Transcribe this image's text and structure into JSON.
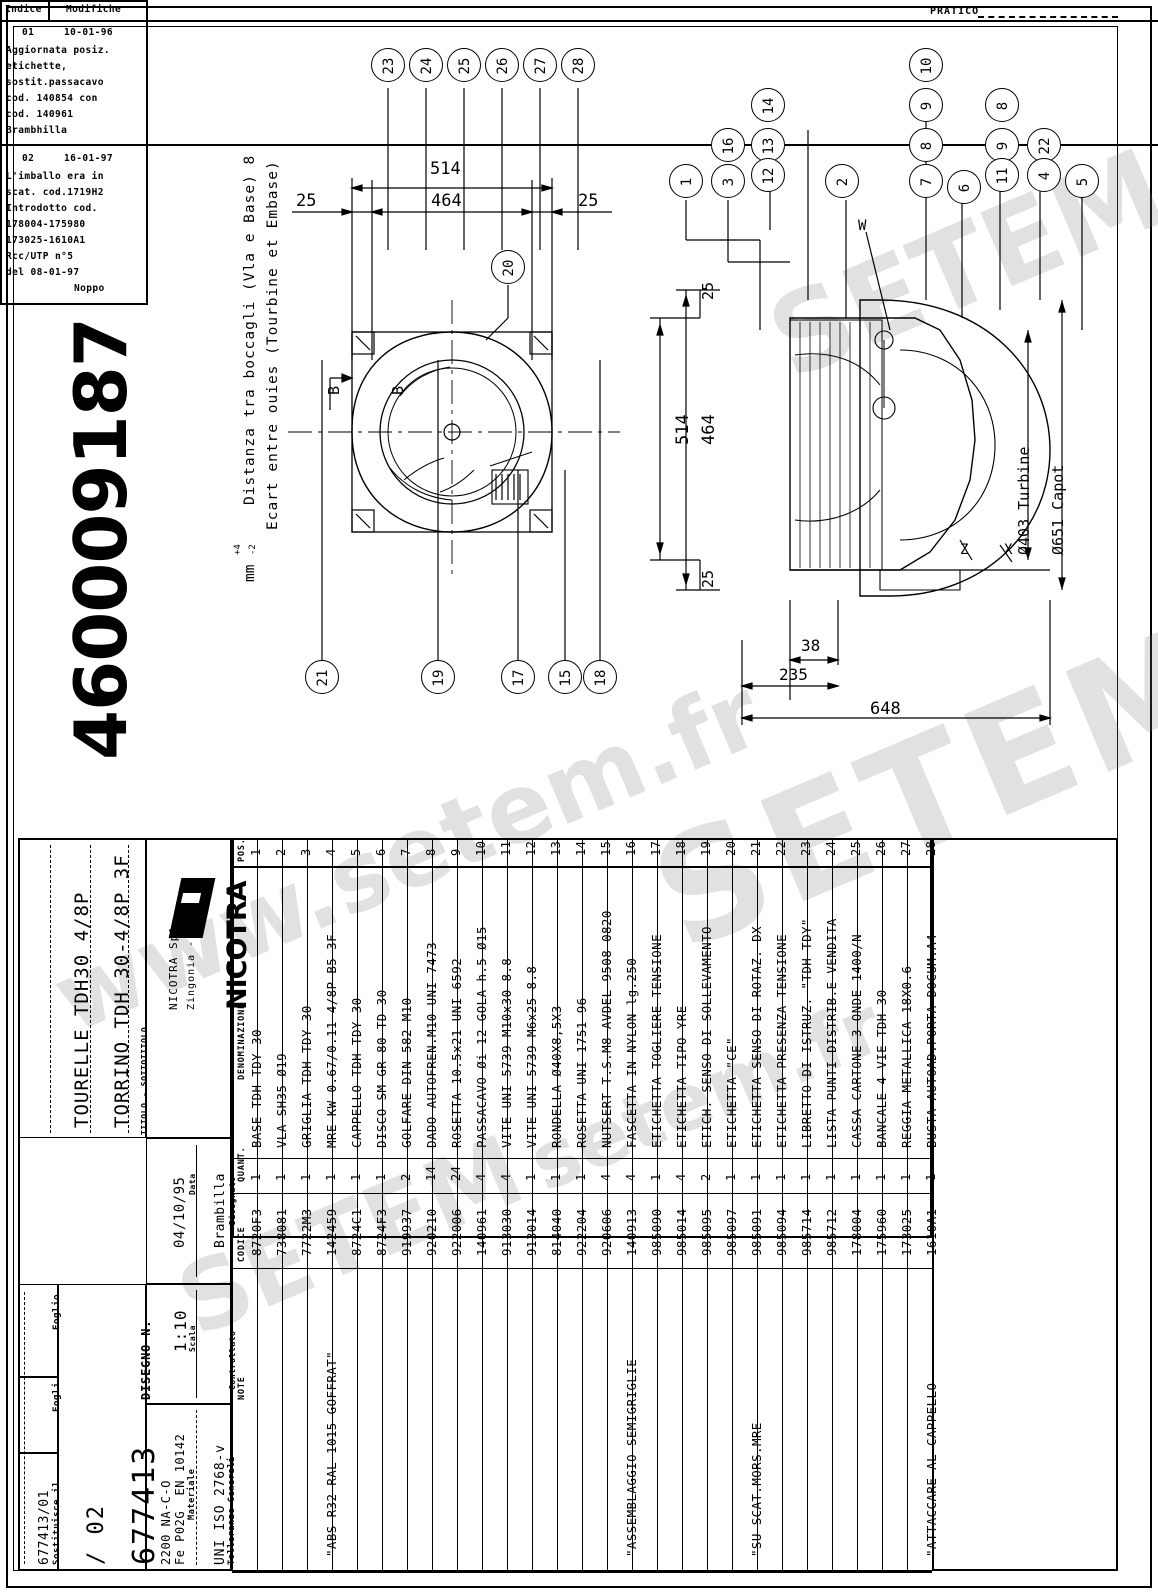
{
  "sheet": {
    "header_right": "PRATICO",
    "part_number": "460009187"
  },
  "revision_block": {
    "header": {
      "index": "Indice",
      "modification": "Modifiche"
    },
    "rows": [
      {
        "index": "01",
        "date": "10-01-96",
        "lines": [
          "Aggiornata posiz.",
          "etichette,",
          "sostit.passacavo",
          "cod. 140854 con",
          "cod. 140961",
          "Brambhilla"
        ]
      },
      {
        "index": "02",
        "date": "16-01-97",
        "lines": [
          "L'imballo era in",
          "scat. cod.1719H2",
          "Introdotto cod.",
          "178004-175980",
          "173025-1610A1",
          "Rcc/UTP n°5",
          "del 08-01-97",
          "Noppo"
        ]
      }
    ]
  },
  "notes": {
    "gap_note_it": "Distanza tra boccagli (Vla e Base) 8",
    "gap_note_tol_sup": "+4",
    "gap_note_tol_inf": "-2",
    "gap_note_unit": "mm",
    "gap_note_fr": "Ecart entre ouies (Tourbine et Embase)"
  },
  "dimensions": {
    "top_view": {
      "overall": "514",
      "inner": "464",
      "left_margin": "25",
      "right_margin": "25",
      "b_left": "B",
      "b_right": "B"
    },
    "side_view": {
      "h_overall": "514",
      "h_inner": "464",
      "top_margin": "25",
      "bottom_margin": "25",
      "depth_small": "38",
      "depth_mid": "235",
      "depth_total": "648",
      "dia_capot": "Ø651 Capot",
      "dia_turbine": "Ø403 Turbine",
      "letter_w": "W",
      "letter_x": "X",
      "letter_z": "Z"
    }
  },
  "balloons_top_view": [
    "23",
    "24",
    "25",
    "26",
    "27",
    "28",
    "20",
    "21",
    "19",
    "17",
    "15",
    "18"
  ],
  "balloons_side_view": [
    "14",
    "16",
    "13",
    "12",
    "1",
    "3",
    "2",
    "10",
    "9",
    "8",
    "7",
    "6",
    "8",
    "9",
    "11",
    "22",
    "4",
    "5"
  ],
  "bom": {
    "headers": {
      "pos": "POS.",
      "denominazione": "DENOMINAZIONE",
      "quant": "QUANT.",
      "codice": "CODICE",
      "note": "NOTE"
    },
    "rows": [
      {
        "pos": "1",
        "denominazione": "BASE TDH-TDY 30",
        "quant": "1",
        "codice": "8720F3",
        "note": ""
      },
      {
        "pos": "2",
        "denominazione": "VLA SH35 Ø19",
        "quant": "1",
        "codice": "738081",
        "note": ""
      },
      {
        "pos": "3",
        "denominazione": "GRIGLIA TDH-TDY 30",
        "quant": "1",
        "codice": "7722M3",
        "note": ""
      },
      {
        "pos": "4",
        "denominazione": "MRE KW 0.67/0.11 4/8P B5 3F",
        "quant": "1",
        "codice": "142459",
        "note": "\"ABS R32 RAL 1015 GOFFRAT\""
      },
      {
        "pos": "5",
        "denominazione": "CAPPELLO TDH TDY 30",
        "quant": "1",
        "codice": "8724C1",
        "note": ""
      },
      {
        "pos": "6",
        "denominazione": "DISCO SM-GR 80 TD 30",
        "quant": "1",
        "codice": "8724F3",
        "note": ""
      },
      {
        "pos": "7",
        "denominazione": "GOLFARE DIN 582-M10",
        "quant": "2",
        "codice": "919937",
        "note": ""
      },
      {
        "pos": "8",
        "denominazione": "DADO AUTOFREN.M10 UNI 7473",
        "quant": "14",
        "codice": "920210",
        "note": ""
      },
      {
        "pos": "9",
        "denominazione": "ROSETTA 10.5x21 UNI 6592",
        "quant": "24",
        "codice": "922006",
        "note": ""
      },
      {
        "pos": "10",
        "denominazione": "PASSACAVO Øi 12 GOLA h.5 Ø15",
        "quant": "4",
        "codice": "140961",
        "note": ""
      },
      {
        "pos": "11",
        "denominazione": "VITE UNI 5739-M10x30-8.8",
        "quant": "4",
        "codice": "913030",
        "note": ""
      },
      {
        "pos": "12",
        "denominazione": "VITE UNI 5739-M6x25-8.8",
        "quant": "1",
        "codice": "913014",
        "note": ""
      },
      {
        "pos": "13",
        "denominazione": "RONDELLA Ø40X8,5X3",
        "quant": "1",
        "codice": "814040",
        "note": ""
      },
      {
        "pos": "14",
        "denominazione": "ROSETTA UNI 1751-96",
        "quant": "1",
        "codice": "922204",
        "note": ""
      },
      {
        "pos": "15",
        "denominazione": "NUTSERT T.S.M8 AVDEL 9508-0820",
        "quant": "4",
        "codice": "920606",
        "note": ""
      },
      {
        "pos": "16",
        "denominazione": "FASCETTA IN NYLON lg.250",
        "quant": "4",
        "codice": "140913",
        "note": "\"ASSEMBLAGGIO SEMIGRIGLIE"
      },
      {
        "pos": "17",
        "denominazione": "ETICHETTA TOGLIERE TENSIONE",
        "quant": "1",
        "codice": "985090",
        "note": ""
      },
      {
        "pos": "18",
        "denominazione": "ETICHETTA TIPO YRE",
        "quant": "4",
        "codice": "985014",
        "note": ""
      },
      {
        "pos": "19",
        "denominazione": "ETICH. SENSO DI SOLLEVAMENTO",
        "quant": "2",
        "codice": "985095",
        "note": ""
      },
      {
        "pos": "20",
        "denominazione": "ETICHETTA \"CE\"",
        "quant": "1",
        "codice": "985097",
        "note": ""
      },
      {
        "pos": "21",
        "denominazione": "ETICHETTA SENSO DI ROTAZ. DX",
        "quant": "1",
        "codice": "985091",
        "note": "\"SU SCAT.MORS.MRE"
      },
      {
        "pos": "22",
        "denominazione": "ETICHETTA PRESENZA TENSIONE",
        "quant": "1",
        "codice": "985094",
        "note": ""
      },
      {
        "pos": "23",
        "denominazione": "LIBRETTO DI ISTRUZ. \"TDH-TDY\"",
        "quant": "1",
        "codice": "985714",
        "note": ""
      },
      {
        "pos": "24",
        "denominazione": "LISTA PUNTI DISTRIB.E VENDITA",
        "quant": "1",
        "codice": "985712",
        "note": ""
      },
      {
        "pos": "25",
        "denominazione": "CASSA CARTONE 3 ONDE 1400/N",
        "quant": "1",
        "codice": "178004",
        "note": ""
      },
      {
        "pos": "26",
        "denominazione": "BANCALE 4 VIE TDH 30",
        "quant": "1",
        "codice": "175960",
        "note": ""
      },
      {
        "pos": "27",
        "denominazione": "REGGIA METALLICA 18X0.6",
        "quant": "1",
        "codice": "173025",
        "note": ""
      },
      {
        "pos": "28",
        "denominazione": "BUSTA AUTOAD.PORTA DOCUM.A4",
        "quant": "1",
        "codice": "1610A1",
        "note": "\"ATTACCARE AL CAPPELLO"
      }
    ]
  },
  "title_block": {
    "logo_text": "NICOTRA",
    "company": "NICOTRA SpA",
    "company_location": "Zingonia - BG",
    "titolo_label": "TITOLO - SOTTOTITOLO",
    "titolo_it": "TORRINO TDH 30-4/8P 3F",
    "titolo_fr": "TOURELLE TDH30 4/8P",
    "disegnato_label": "Disegnato",
    "disegnato_value": "Brambilla",
    "data_label": "Data",
    "data_value": "04/10/95",
    "controllato_label": "Controllato",
    "controllato_value": "",
    "scala_label": "Scala",
    "scala_value": "1:10",
    "disegno_n_label": "DISEGNO N.",
    "disegno_n_value": "677413",
    "foglio_label": "Foglio",
    "fogli_label": "Fogli",
    "foglio_value": "/ 02",
    "sostituisce_label": "Sostituisce il",
    "sostituisce_value": "677413/01",
    "tolleranze_label": "Tolleranze Generali",
    "tolleranze_value": "UNI ISO 2768-v",
    "materiale_label": "Materiale",
    "materiale_value_1": "Fe P02G  EN 10142",
    "materiale_value_2": "2200 NA-C-O",
    "note_label": "NOTE"
  },
  "watermark": {
    "line1": "www.setem.fr",
    "line2": "SETEM",
    "line3": "setem.fr"
  }
}
